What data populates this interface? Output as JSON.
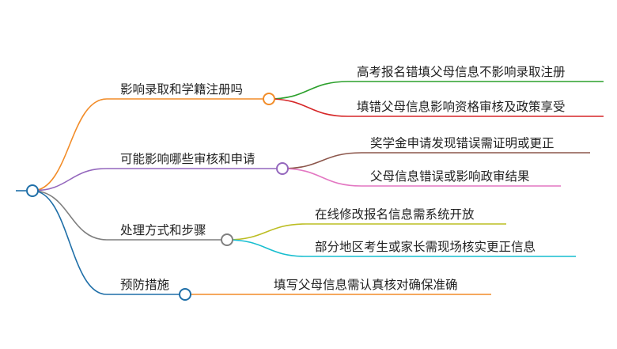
{
  "mindmap": {
    "root": {
      "label": "",
      "color": "#1f6fa8"
    },
    "branches": [
      {
        "id": "b1",
        "label": "影响录取和学籍注册吗",
        "color": "#f28c28",
        "children": [
          {
            "label": "高考报名错填父母信息不影响录取注册",
            "color": "#2ca02c"
          },
          {
            "label": "填错父母信息影响资格审核及政策享受",
            "color": "#d62728"
          }
        ]
      },
      {
        "id": "b2",
        "label": "可能影响哪些审核和申请",
        "color": "#9467bd",
        "children": [
          {
            "label": "奖学金申请发现错误需证明或更正",
            "color": "#8c564b"
          },
          {
            "label": "父母信息错误或影响政审结果",
            "color": "#e377c2"
          }
        ]
      },
      {
        "id": "b3",
        "label": "处理方式和步骤",
        "color": "#7f7f7f",
        "children": [
          {
            "label": "在线修改报名信息需系统开放",
            "color": "#bcbd22"
          },
          {
            "label": "部分地区考生或家长需现场核实更正信息",
            "color": "#17becf"
          }
        ]
      },
      {
        "id": "b4",
        "label": "预防措施",
        "color": "#1f6fa8",
        "children": [
          {
            "label": "填写父母信息需认真核对确保准确",
            "color": "#f28c28"
          }
        ]
      }
    ]
  }
}
